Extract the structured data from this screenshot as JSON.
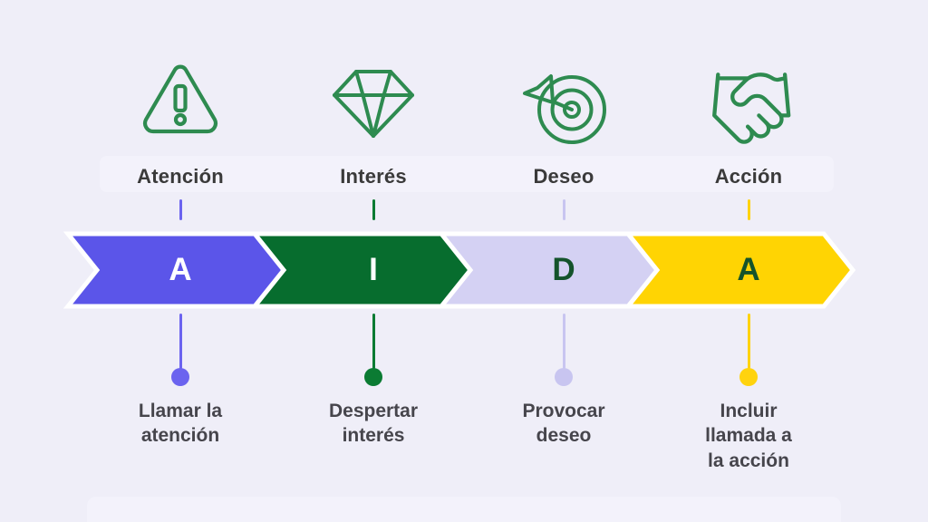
{
  "diagram": {
    "model_letters": "AIDA",
    "stages": [
      {
        "letter": "A",
        "label": "Atención",
        "caption": "Llamar la\natención",
        "icon": "warning-triangle-icon",
        "arrow_color": "#5b55e9",
        "letter_color": "#ffffff",
        "connector_color": "#6b63ef"
      },
      {
        "letter": "I",
        "label": "Interés",
        "caption": "Despertar\ninterés",
        "icon": "diamond-icon",
        "arrow_color": "#076d2e",
        "letter_color": "#ffffff",
        "connector_color": "#0b7b33"
      },
      {
        "letter": "D",
        "label": "Deseo",
        "caption": "Provocar\ndeseo",
        "icon": "target-arrow-icon",
        "arrow_color": "#d4d1f3",
        "letter_color": "#14532b",
        "connector_color": "#c8c5f0"
      },
      {
        "letter": "A",
        "label": "Acción",
        "caption": "Incluir\nllamada a\nla acción",
        "icon": "handshake-icon",
        "arrow_color": "#ffd403",
        "letter_color": "#14532b",
        "connector_color": "#ffd30e"
      }
    ],
    "colors": {
      "background": "#efeef8",
      "icon_stroke": "#2e8b50",
      "label_text": "#3a3a3a",
      "caption_text": "#46454c",
      "arrow_gap": "#ffffff"
    }
  }
}
